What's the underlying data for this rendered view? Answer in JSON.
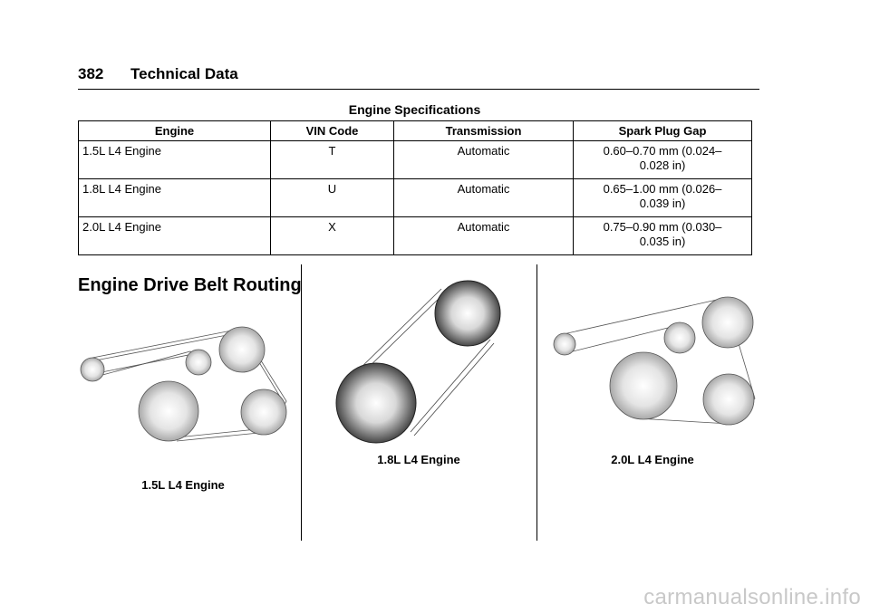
{
  "header": {
    "page_number": "382",
    "section": "Technical Data"
  },
  "engine_specs": {
    "caption": "Engine Specifications",
    "columns": [
      "Engine",
      "VIN Code",
      "Transmission",
      "Spark Plug Gap"
    ],
    "rows": [
      {
        "engine": "1.5L L4 Engine",
        "vin": "T",
        "transmission": "Automatic",
        "gap_line1": "0.60–0.70 mm (0.024–",
        "gap_line2": "0.028 in)"
      },
      {
        "engine": "1.8L L4 Engine",
        "vin": "U",
        "transmission": "Automatic",
        "gap_line1": "0.65–1.00 mm (0.026–",
        "gap_line2": "0.039 in)"
      },
      {
        "engine": "2.0L L4 Engine",
        "vin": "X",
        "transmission": "Automatic",
        "gap_line1": "0.75–0.90 mm (0.030–",
        "gap_line2": "0.035 in)"
      }
    ]
  },
  "belt_routing": {
    "heading": "Engine Drive Belt Routing",
    "diagrams": [
      {
        "caption": "1.5L L4 Engine"
      },
      {
        "caption": "1.8L L4 Engine"
      },
      {
        "caption": "2.0L L4 Engine"
      }
    ]
  },
  "watermark": "carmanualsonline.info"
}
